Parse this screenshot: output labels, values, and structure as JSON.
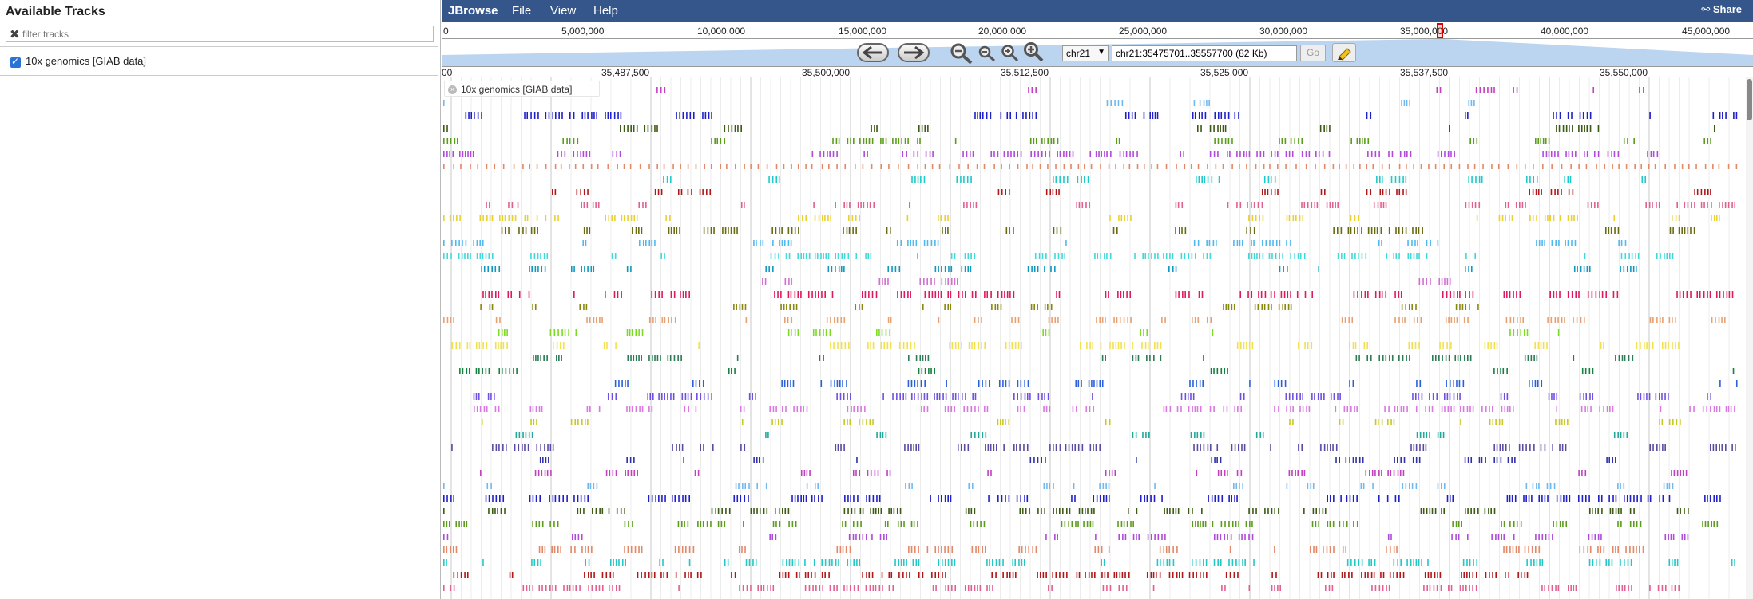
{
  "left_panel": {
    "title": "Available Tracks",
    "filter_placeholder": "filter tracks",
    "tracks": [
      {
        "label": "10x genomics [GIAB data]",
        "checked": true
      }
    ]
  },
  "menubar": {
    "brand": "JBrowse",
    "items": [
      "File",
      "View",
      "Help"
    ],
    "share_label": "Share",
    "bg_color": "#35568a"
  },
  "overview": {
    "ticks": [
      "0",
      "5,000,000",
      "10,000,000",
      "15,000,000",
      "20,000,000",
      "25,000,000",
      "30,000,000",
      "35,000,000",
      "40,000,000",
      "45,000,000"
    ]
  },
  "navigation": {
    "chromosome": "chr21",
    "location": "chr21:35475701..35557700 (82 Kb)",
    "go_label": "Go"
  },
  "ruler": {
    "ticks": [
      "00",
      "35,487,500",
      "35,500,000",
      "35,512,500",
      "35,525,000",
      "35,537,500",
      "35,550,000"
    ]
  },
  "track": {
    "title": "10x genomics [GIAB data]"
  }
}
